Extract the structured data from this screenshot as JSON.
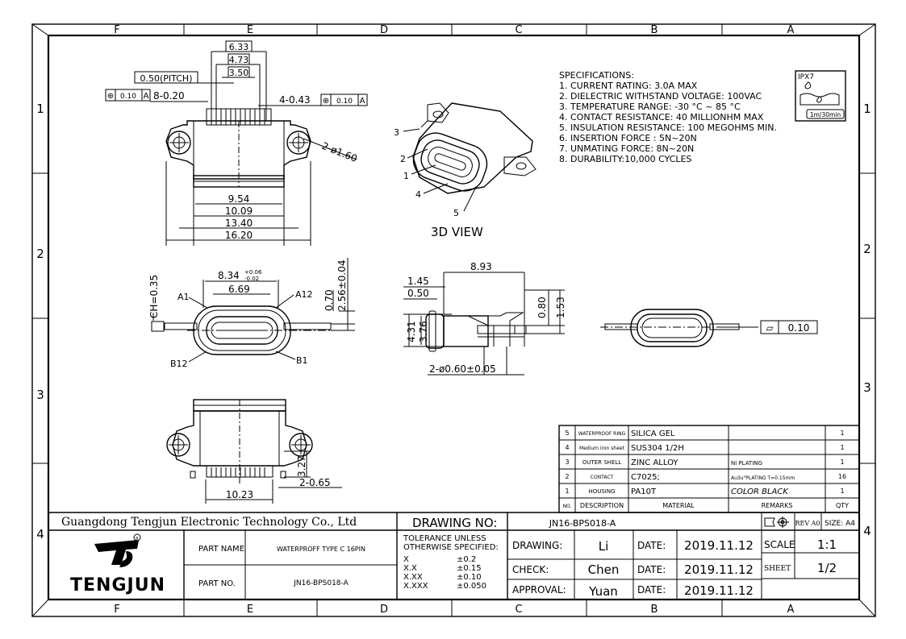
{
  "zones": {
    "top": [
      "F",
      "E",
      "D",
      "C",
      "B",
      "A"
    ],
    "bottom": [
      "F",
      "E",
      "D",
      "C",
      "B",
      "A"
    ],
    "left": [
      "1",
      "2",
      "3",
      "4"
    ],
    "right": [
      "1",
      "2",
      "3",
      "4"
    ]
  },
  "dims_top": {
    "d633": "6.33",
    "d473": "4.73",
    "d350": "3.50",
    "pitch": "0.50(PITCH)",
    "tol_left_sym": "⊕",
    "tol_left_val": "0.10",
    "tol_left_ref": "A",
    "tol_left_txt": "8-0.20",
    "tol_right_txt": "4-0.43",
    "tol_right_sym": "⊕",
    "tol_right_val": "0.10",
    "tol_right_ref": "A",
    "hole": "2-ø1.60",
    "d954": "9.54",
    "d1009": "10.09",
    "d1340": "13.40",
    "d1620": "16.20"
  },
  "view3d": {
    "label": "3D VIEW",
    "c1": "1",
    "c2": "2",
    "c3": "3",
    "c4": "4",
    "c5": "5"
  },
  "specs": {
    "title": "SPECIFICATIONS:",
    "lines": [
      "1. CURRENT RATING: 3.0A MAX",
      "2. DIELECTRIC WITHSTAND VOLTAGE: 100VAC",
      "3. TEMPERATURE RANGE: -30 °C ~ 85 °C",
      "4. CONTACT RESISTANCE: 40 MILLIONHM MAX",
      "5. INSULATION RESISTANCE: 100 MEGOHMS MIN.",
      "6. INSERTION FORCE : 5N~20N",
      "7. UNMATING FORCE: 8N~20N",
      "8. DURABILITY:10,000 CYCLES"
    ]
  },
  "ipx": {
    "label": "IPX7",
    "depth": "1m/30min"
  },
  "front": {
    "ch": "CH=0.35",
    "width": "8.34",
    "tol_up": "+0.06",
    "tol_dn": "-0.02",
    "d669": "6.69",
    "a1": "A1",
    "a12": "A12",
    "b12": "B12",
    "b1": "B1",
    "d070": "0.70",
    "d256": "2.56±0.04"
  },
  "side": {
    "d893": "8.93",
    "d145": "1.45",
    "d050": "0.50",
    "d431": "4.31",
    "d376": "3.76",
    "d080": "0.80",
    "d153": "1.53",
    "pin": "2-ø0.60±0.05"
  },
  "flat": {
    "sym": "▱",
    "val": "0.10"
  },
  "bottom_view": {
    "d327": "3.27",
    "d065": "2-0.65",
    "d1023": "10.23"
  },
  "bom": {
    "headers": [
      "NO.",
      "DESCRIPTION",
      "MATERIAL",
      "REMARKS",
      "QTY"
    ],
    "rows": [
      [
        "5",
        "WATERPROOF RING",
        "SILICA GEL",
        "",
        "1"
      ],
      [
        "4",
        "Medium iron sheet",
        "SUS304 1/2H",
        "",
        "1"
      ],
      [
        "3",
        "OUTER SHELL",
        "ZINC ALLOY",
        "Ni PLATING",
        "1"
      ],
      [
        "2",
        "CONTACT",
        "C7025;",
        "Au3u\"PLATING T=0.15mm",
        "16"
      ],
      [
        "1",
        "HOUSING",
        "PA10T",
        "COLOR BLACK",
        "1"
      ]
    ]
  },
  "title_block": {
    "company": "Guangdong Tengjun Electronic Technology Co., Ltd",
    "drawing_no_label": "DRAWING NO:",
    "drawing_no": "JN16-BPS018-A",
    "rev": "REV A0",
    "size": "SIZE: A4",
    "logo_text": "TENGJUN",
    "part_name_label": "PART NAME",
    "part_name": "WATERPROFF TYPE C 16PIN",
    "part_no_label": "PART NO.",
    "part_no": "JN16-BPS018-A",
    "tol_title1": "TOLERANCE UNLESS",
    "tol_title2": "OTHERWISE SPECIFIED:",
    "tol_rows": [
      [
        "X",
        "±0.2"
      ],
      [
        "X.X",
        "±0.15"
      ],
      [
        "X.XX",
        "±0.10"
      ],
      [
        "X.XXX",
        "±0.050"
      ]
    ],
    "drawing_label": "DRAWING:",
    "drawing_by": "Li",
    "check_label": "CHECK:",
    "check_by": "Chen",
    "approval_label": "APPROVAL:",
    "approval_by": "Yuan",
    "date_label": "DATE:",
    "date1": "2019.11.12",
    "date2": "2019.11.12",
    "date3": "2019.11.12",
    "scale_label": "SCALE",
    "scale": "1:1",
    "sheet_label": "SHEET",
    "sheet": "1/2"
  }
}
